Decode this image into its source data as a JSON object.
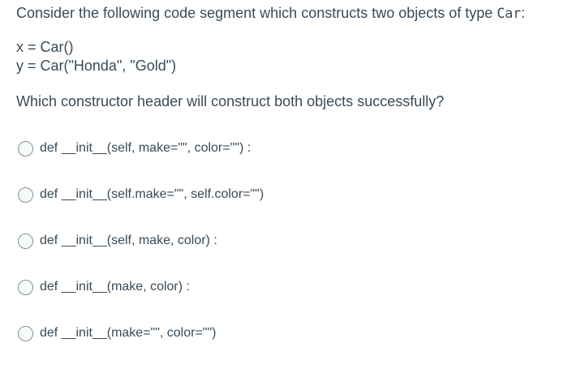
{
  "question": {
    "intro_before": "Consider the following code segment which constructs two objects of type ",
    "intro_code": "Car",
    "intro_after": ":",
    "code_lines": {
      "line1": "x = Car()",
      "line2": "y = Car(\"Honda\", \"Gold\")"
    },
    "prompt": "Which constructor header will construct both objects successfully?"
  },
  "options": [
    {
      "label": "def __init__(self, make=\"\", color=\"\") :"
    },
    {
      "label": "def __init__(self.make=\"\", self.color=\"\")"
    },
    {
      "label": "def __init__(self, make, color) :"
    },
    {
      "label": "def __init__(make, color) :"
    },
    {
      "label": "def __init__(make=\"\", color=\"\")"
    }
  ],
  "colors": {
    "text": "#394b58",
    "radio_border": "#848d94",
    "radio_fill": "#f7fafb",
    "background": "#ffffff"
  }
}
